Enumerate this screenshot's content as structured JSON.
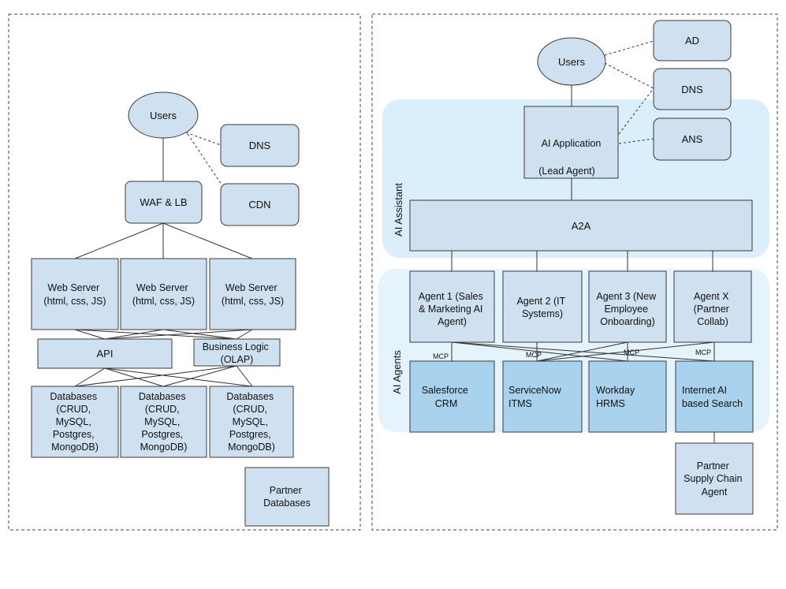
{
  "left": {
    "users": "Users",
    "dns": "DNS",
    "cdn": "CDN",
    "waf": "WAF & LB",
    "web_servers": [
      [
        "Web Server",
        "(html, css, JS)"
      ],
      [
        "Web Server",
        "(html, css, JS)"
      ],
      [
        "Web Server",
        "(html, css, JS)"
      ]
    ],
    "api": "API",
    "business_logic": [
      "Business Logic",
      "(OLAP)"
    ],
    "databases": [
      [
        "Databases",
        "(CRUD,",
        "MySQL,",
        "Postgres,",
        "MongoDB)"
      ],
      [
        "Databases",
        "(CRUD,",
        "MySQL,",
        "Postgres,",
        "MongoDB)"
      ],
      [
        "Databases",
        "(CRUD,",
        "MySQL,",
        "Postgres,",
        "MongoDB)"
      ]
    ],
    "partner_databases": [
      "Partner",
      "Databases"
    ]
  },
  "right": {
    "users": "Users",
    "ad": "AD",
    "dns": "DNS",
    "ans": "ANS",
    "ai_application": "AI Application",
    "lead_agent": "(Lead Agent)",
    "a2a": "A2A",
    "band_assistant": "AI Assistant",
    "band_agents": "AI Agents",
    "agents": [
      [
        "Agent 1 (Sales",
        "& Marketing AI",
        "Agent)"
      ],
      [
        "Agent 2 (IT",
        "Systems)"
      ],
      [
        "Agent 3 (New",
        "Employee",
        "Onboarding)"
      ],
      [
        "Agent X",
        "(Partner",
        "Collab)"
      ]
    ],
    "mcp_labels": [
      "MCP",
      "MCP",
      "MCP",
      "MCP"
    ],
    "systems": [
      [
        "Salesforce",
        "CRM"
      ],
      [
        "ServiceNow",
        "ITMS"
      ],
      [
        "Workday",
        "HRMS"
      ],
      [
        "Internet AI",
        "based Search"
      ]
    ],
    "partner_agent": [
      "Partner",
      "Supply Chain",
      "Agent"
    ]
  }
}
